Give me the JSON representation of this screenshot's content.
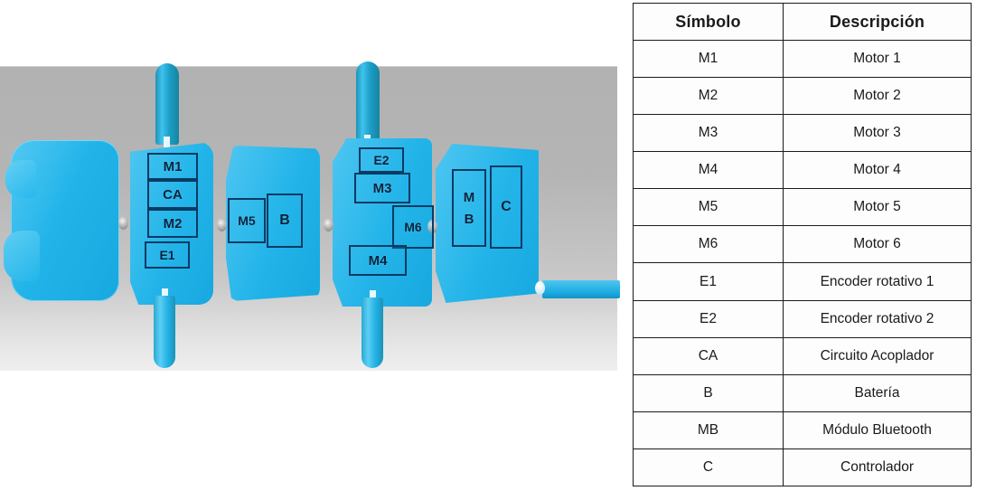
{
  "diagram": {
    "name": "robotic-arm-exploded-view",
    "background_color": "#b2b2b2",
    "body_color": "#25b6ea",
    "label_border_color": "#0b3b63",
    "labels": [
      {
        "id": "m1",
        "text": "M1"
      },
      {
        "id": "ca",
        "text": "CA"
      },
      {
        "id": "m2",
        "text": "M2"
      },
      {
        "id": "e1",
        "text": "E1"
      },
      {
        "id": "m5",
        "text": "M5"
      },
      {
        "id": "b",
        "text": "B"
      },
      {
        "id": "e2",
        "text": "E2"
      },
      {
        "id": "m3",
        "text": "M3"
      },
      {
        "id": "m6",
        "text": "M6"
      },
      {
        "id": "m4",
        "text": "M4"
      },
      {
        "id": "mb_top",
        "text": "M"
      },
      {
        "id": "mb_bottom",
        "text": "B"
      },
      {
        "id": "c",
        "text": "C"
      }
    ]
  },
  "legend": {
    "headers": [
      "Símbolo",
      "Descripción"
    ],
    "rows": [
      {
        "symbol": "M1",
        "description": "Motor 1"
      },
      {
        "symbol": "M2",
        "description": "Motor 2"
      },
      {
        "symbol": "M3",
        "description": "Motor 3"
      },
      {
        "symbol": "M4",
        "description": "Motor 4"
      },
      {
        "symbol": "M5",
        "description": "Motor 5"
      },
      {
        "symbol": "M6",
        "description": "Motor 6"
      },
      {
        "symbol": "E1",
        "description": "Encoder rotativo 1"
      },
      {
        "symbol": "E2",
        "description": "Encoder rotativo 2"
      },
      {
        "symbol": "CA",
        "description": "Circuito Acoplador"
      },
      {
        "symbol": "B",
        "description": "Batería"
      },
      {
        "symbol": "MB",
        "description": "Módulo Bluetooth"
      },
      {
        "symbol": "C",
        "description": "Controlador"
      }
    ]
  }
}
